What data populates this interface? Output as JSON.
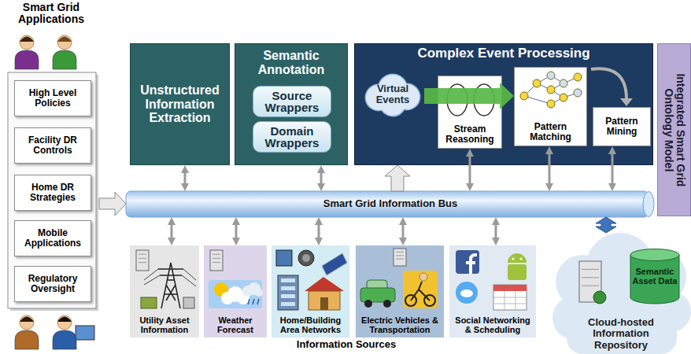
{
  "diagram": {
    "nodes": [
      {
        "text": [
          "Smart Grid Applications"
        ]
      },
      {
        "text": [
          "High Level Policies"
        ],
        "in": 0
      },
      {
        "text": [
          "Facility DR Controls"
        ],
        "in": 0
      },
      {
        "text": [
          "Home DR Strategies"
        ],
        "in": 0
      },
      {
        "text": [
          "Mobile Applications"
        ],
        "in": 0
      },
      {
        "text": [
          "Regulatory Oversight"
        ],
        "in": 0
      },
      {
        "text": [
          "Unstructured Information Extraction"
        ]
      },
      {
        "text": [
          "Semantic Annotation"
        ]
      },
      {
        "text": [
          "Source Wrappers"
        ],
        "in": 7
      },
      {
        "text": [
          "Domain Wrappers"
        ],
        "in": 7
      },
      {
        "text": [
          "Complex Event Processing"
        ]
      },
      {
        "text": [
          "Virtual Events"
        ],
        "in": 10
      },
      {
        "text": [
          "Stream Reasoning"
        ],
        "in": 10
      },
      {
        "text": [
          "Pattern Matching"
        ],
        "in": 10
      },
      {
        "text": [
          "Pattern Mining"
        ],
        "in": 10
      },
      {
        "text": [
          "Integrated Smart Grid Ontology Model"
        ]
      },
      {
        "text": [
          "Smart Grid Information Bus"
        ]
      },
      {
        "text": [
          "Utility Asset Information"
        ]
      },
      {
        "text": [
          "Weather Forecast"
        ]
      },
      {
        "text": [
          "Home/Building Area Networks"
        ]
      },
      {
        "text": [
          "Electric Vehicles & Transportation"
        ]
      },
      {
        "text": [
          "Social Networking & Scheduling"
        ]
      },
      {
        "text": [
          "Cloud-hosted Information Repository"
        ]
      },
      {
        "text": [
          "Semantic Asset Data"
        ],
        "in": 22
      }
    ],
    "edges": [
      {
        "from": 0,
        "to": 16,
        "arrow": "to"
      },
      {
        "from": 6,
        "to": 16,
        "arrow": "both"
      },
      {
        "from": 7,
        "to": 16,
        "arrow": "both"
      },
      {
        "from": 16,
        "to": 10,
        "arrow": "to"
      },
      {
        "from": 11,
        "to": 13,
        "arrow": "to"
      },
      {
        "from": 12,
        "to": 16,
        "arrow": "both"
      },
      {
        "from": 13,
        "to": 16,
        "arrow": "both"
      },
      {
        "from": 14,
        "to": 16,
        "arrow": "both"
      },
      {
        "from": 17,
        "to": 16,
        "arrow": "both"
      },
      {
        "from": 18,
        "to": 16,
        "arrow": "both"
      },
      {
        "from": 19,
        "to": 16,
        "arrow": "both"
      },
      {
        "from": 20,
        "to": 16,
        "arrow": "both"
      },
      {
        "from": 21,
        "to": 16,
        "arrow": "both"
      },
      {
        "from": 22,
        "to": 16,
        "arrow": "both"
      }
    ],
    "labels": [
      "Information Sources"
    ]
  }
}
